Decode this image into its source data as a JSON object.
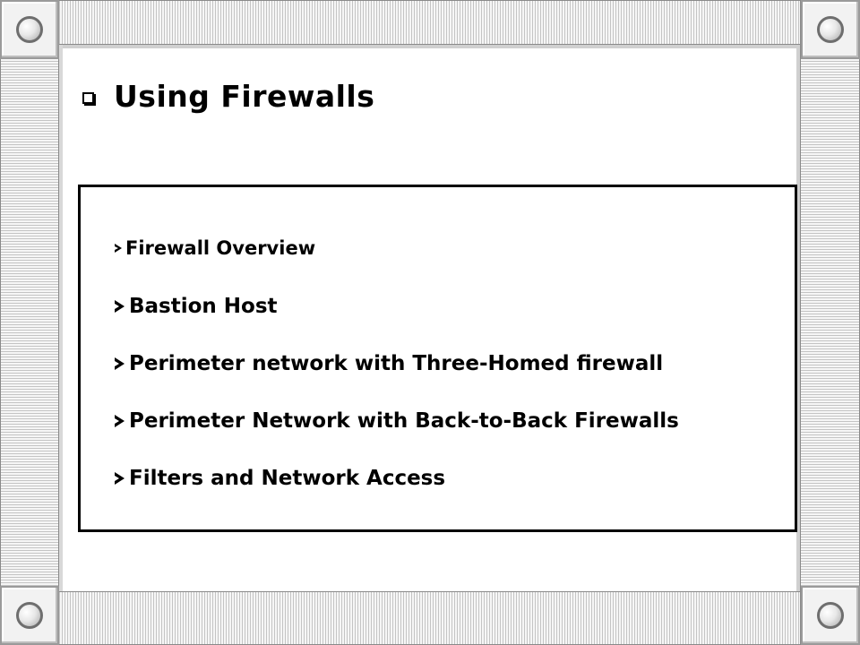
{
  "slide": {
    "title": "Using Firewalls",
    "items": [
      {
        "label": "Firewall Overview"
      },
      {
        "label": "Bastion Host"
      },
      {
        "label": "Perimeter network with Three-Homed firewall"
      },
      {
        "label": "Perimeter Network with Back-to-Back Firewalls"
      },
      {
        "label": "Filters and Network Access"
      }
    ]
  },
  "icons": {
    "title_bullet": "square-bullet-icon",
    "item_bullet": "arrow-bullet-icon",
    "corner": "rivet-icon"
  },
  "colors": {
    "text": "#000000",
    "background": "#ffffff",
    "frame": "#e6e6e6"
  }
}
